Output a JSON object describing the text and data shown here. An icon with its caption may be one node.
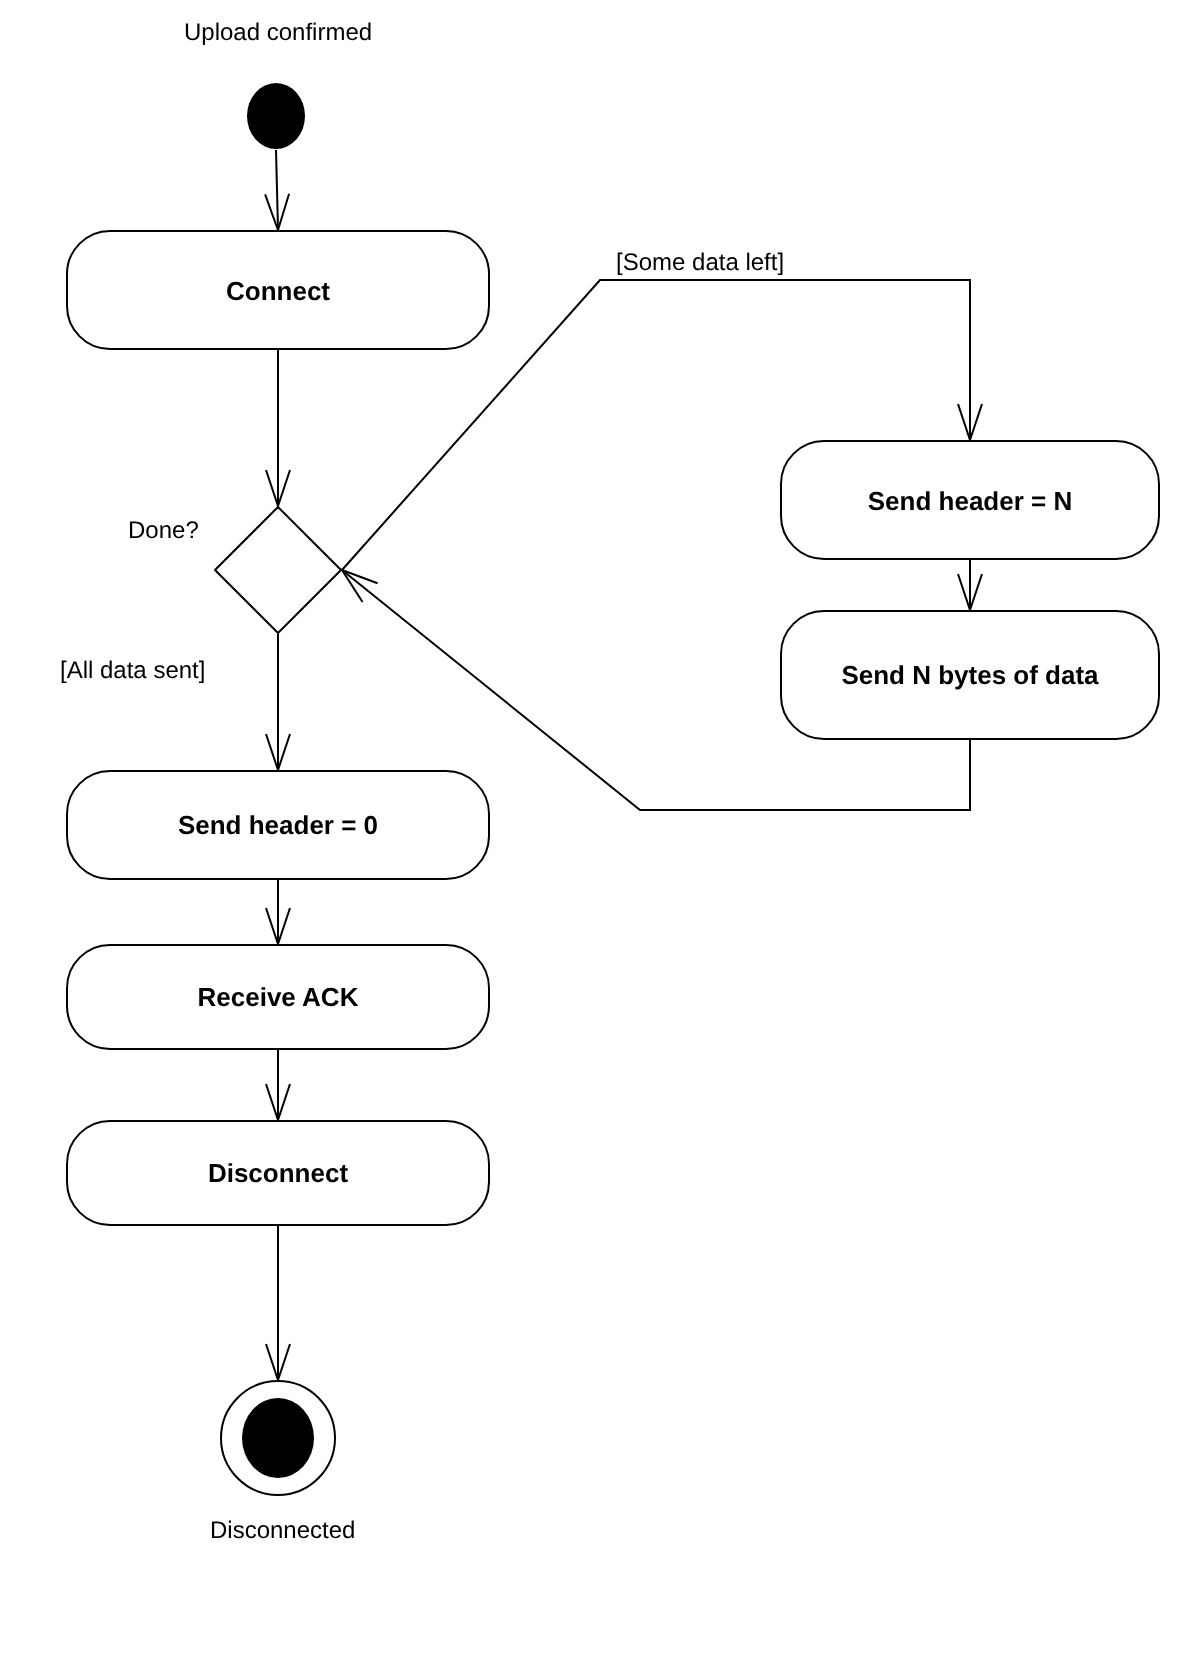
{
  "diagram": {
    "nodes": [
      {
        "text": [],
        "shape": "circle",
        "beside": [
          "Upload confirmed"
        ]
      },
      {
        "text": [
          "Connect"
        ]
      },
      {
        "text": [],
        "shape": "diamond",
        "beside": [
          "Done?"
        ]
      },
      {
        "text": [
          "Send header = N"
        ]
      },
      {
        "text": [
          "Send N bytes of data"
        ]
      },
      {
        "text": [
          "Send header = 0"
        ]
      },
      {
        "text": [
          "Receive ACK"
        ]
      },
      {
        "text": [
          "Disconnect"
        ]
      },
      {
        "text": [],
        "shape": "circle",
        "beside": [
          "Disconnected"
        ]
      }
    ],
    "edges": [
      {
        "from": 0,
        "to": 1,
        "arrow": "to"
      },
      {
        "from": 1,
        "to": 2,
        "arrow": "to"
      },
      {
        "from": 2,
        "to": 3,
        "arrow": "to",
        "label": "[Some data left]"
      },
      {
        "from": 3,
        "to": 4,
        "arrow": "to"
      },
      {
        "from": 4,
        "to": 2,
        "arrow": "to"
      },
      {
        "from": 2,
        "to": 5,
        "arrow": "to",
        "label": "[All data sent]"
      },
      {
        "from": 5,
        "to": 6,
        "arrow": "to"
      },
      {
        "from": 6,
        "to": 7,
        "arrow": "to"
      },
      {
        "from": 7,
        "to": 8,
        "arrow": "to"
      }
    ]
  }
}
